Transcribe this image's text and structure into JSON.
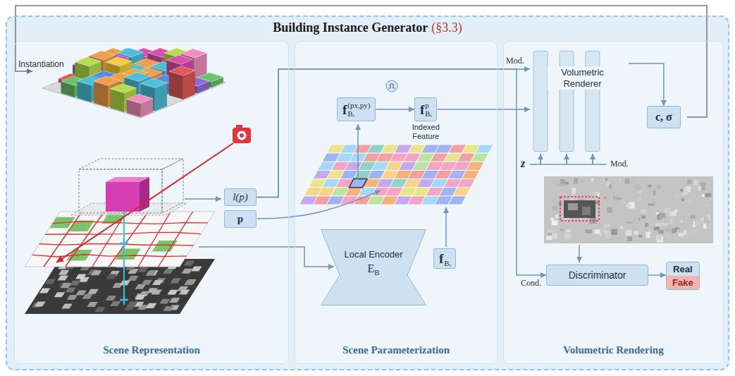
{
  "diagram": {
    "nodes": [
      {
        "text": [
          "Building Instance Generator",
          "(§3.3)"
        ]
      },
      {
        "text": [
          "Scene Representation"
        ],
        "in": 0
      },
      {
        "text": [
          "l(p)"
        ],
        "in": 1
      },
      {
        "text": [
          "p"
        ],
        "in": 1
      },
      {
        "text": [
          "Scene Parameterization"
        ],
        "in": 0
      },
      {
        "text": [
          "f",
          "Bᵢ",
          "(px,py)"
        ],
        "in": 4
      },
      {
        "text": [
          "f",
          "Bᵢ",
          "p",
          "Indexed Feature"
        ],
        "in": 4
      },
      {
        "text": [
          "Local Encoder",
          "E",
          "B"
        ],
        "in": 4
      },
      {
        "text": [
          "f",
          "Bᵢ"
        ],
        "in": 4
      },
      {
        "text": [
          "Volumetric Rendering"
        ],
        "in": 0
      },
      {
        "text": [
          "Volumetric Renderer"
        ],
        "in": 9
      },
      {
        "text": [
          "c, σ"
        ],
        "in": 9
      },
      {
        "text": [
          "Discriminator"
        ],
        "in": 9
      },
      {
        "text": [
          "Real",
          "Fake"
        ],
        "in": 9
      }
    ],
    "edges": [
      {
        "from": 5,
        "to": 6,
        "arrow": "to"
      },
      {
        "from": 2,
        "to": 10,
        "label": "Mod.",
        "arrow": "to"
      },
      {
        "from": 6,
        "to": 10,
        "arrow": "to"
      },
      {
        "from": 10,
        "to": 11,
        "arrow": "to"
      },
      {
        "from": 2,
        "to": 12,
        "label": "Cond.",
        "arrow": "to"
      },
      {
        "from": 12,
        "to": 13,
        "arrow": "to"
      }
    ],
    "labels": [
      "Instantiation",
      "z",
      "Mod."
    ]
  }
}
